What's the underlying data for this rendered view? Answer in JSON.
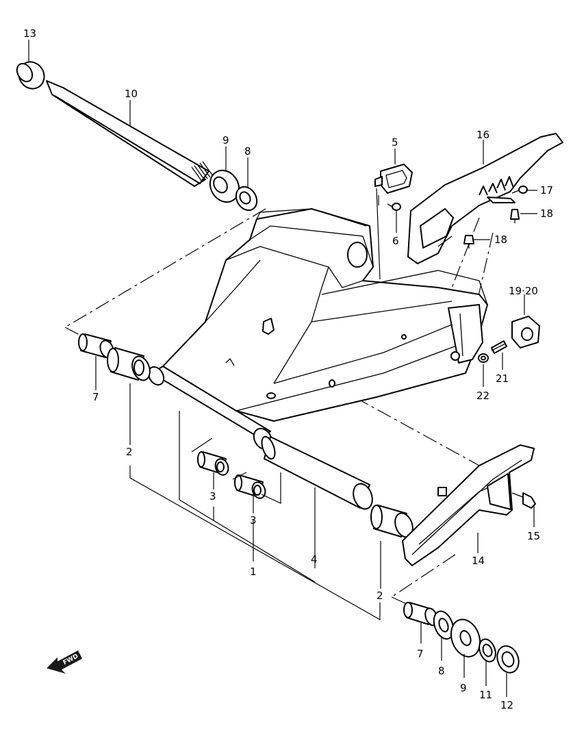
{
  "callouts": [
    {
      "id": "c13",
      "text": "13"
    },
    {
      "id": "c10",
      "text": "10"
    },
    {
      "id": "c9a",
      "text": "9"
    },
    {
      "id": "c8a",
      "text": "8"
    },
    {
      "id": "c5",
      "text": "5"
    },
    {
      "id": "c6",
      "text": "6"
    },
    {
      "id": "c16",
      "text": "16"
    },
    {
      "id": "c17",
      "text": "17"
    },
    {
      "id": "c18a",
      "text": "18"
    },
    {
      "id": "c18b",
      "text": "18"
    },
    {
      "id": "c19",
      "text": "19·20"
    },
    {
      "id": "c21",
      "text": "21"
    },
    {
      "id": "c22",
      "text": "22"
    },
    {
      "id": "c7a",
      "text": "7"
    },
    {
      "id": "c2a",
      "text": "2"
    },
    {
      "id": "c3a",
      "text": "3"
    },
    {
      "id": "c3b",
      "text": "3"
    },
    {
      "id": "c1",
      "text": "1"
    },
    {
      "id": "c4",
      "text": "4"
    },
    {
      "id": "c2b",
      "text": "2"
    },
    {
      "id": "c15",
      "text": "15"
    },
    {
      "id": "c14",
      "text": "14"
    },
    {
      "id": "c7b",
      "text": "7"
    },
    {
      "id": "c8b",
      "text": "8"
    },
    {
      "id": "c9b",
      "text": "9"
    },
    {
      "id": "c11",
      "text": "11"
    },
    {
      "id": "c12",
      "text": "12"
    }
  ],
  "direction_arrow": {
    "text": "FWD"
  }
}
